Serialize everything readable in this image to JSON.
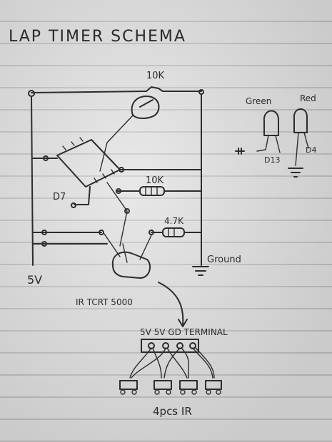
{
  "title": "LAP TIMER  SCHEMA",
  "labels": {
    "res_top": "10K",
    "res_mid": "10K",
    "res_small": "4.7K",
    "diode_d7": "D7",
    "ground": "Ground",
    "v5": "5V",
    "sensor": "IR TCRT 5000",
    "terminal": "5V 5V GD TERMINAL",
    "green": "Green",
    "red": "Red",
    "d13": "D13",
    "d4": "D4",
    "pcs": "4pcs IR"
  }
}
